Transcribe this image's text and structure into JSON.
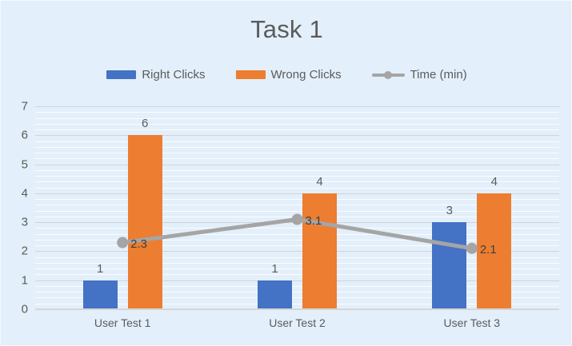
{
  "chart_data": {
    "type": "bar",
    "title": "Task 1",
    "xlabel": "",
    "ylabel": "",
    "ylim": [
      0,
      7
    ],
    "ytick_step": 1,
    "grid": true,
    "minor_grid": true,
    "legend_position": "top",
    "categories": [
      "User Test 1",
      "User Test 2",
      "User Test 3"
    ],
    "yticks": [
      "7",
      "6",
      "5",
      "4",
      "3",
      "2",
      "1",
      "0"
    ],
    "series": [
      {
        "name": "Right Clicks",
        "type": "bar",
        "color": "#4472C4",
        "values": [
          1,
          1,
          3
        ],
        "labels": [
          "1",
          "1",
          "3"
        ]
      },
      {
        "name": "Wrong Clicks",
        "type": "bar",
        "color": "#ED7D31",
        "values": [
          6,
          4,
          4
        ],
        "labels": [
          "6",
          "4",
          "4"
        ]
      },
      {
        "name": "Time (min)",
        "type": "line",
        "color": "#A5A5A5",
        "values": [
          2.3,
          3.1,
          2.1
        ],
        "labels": [
          "2.3",
          "3.1",
          "2.1"
        ]
      }
    ]
  },
  "colors": {
    "chart_background": "#E3EFFA",
    "plot_background": "#E3EFFA",
    "major_gridline": "#D4D4D4",
    "minor_gridline": "#FFFFFF",
    "text": "#5B5B5B",
    "right_clicks": "#4472C4",
    "wrong_clicks": "#ED7D31",
    "time_line": "#A5A5A5"
  }
}
